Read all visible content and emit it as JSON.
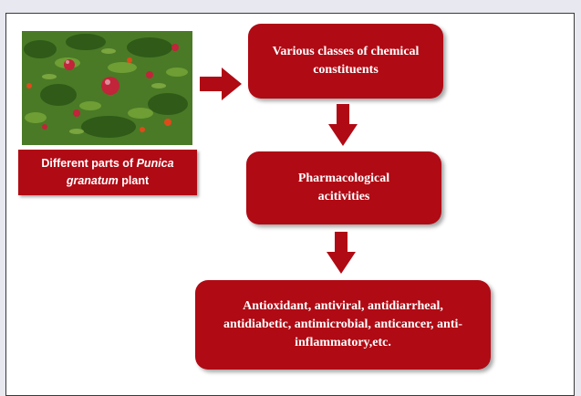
{
  "caption": {
    "line1": "Different parts of ",
    "italic1": "Punica",
    "italic2": "granatum",
    "line2_tail": " plant"
  },
  "boxes": {
    "constituents": "Various classes of chemical constituents",
    "pharmacological": "Pharmacological acitivities",
    "activities": "Antioxidant, antiviral, antidiarrheal, antidiabetic, antimicrobial, anticancer, anti-inflammatory,etc."
  },
  "colors": {
    "box_fill": "#b00a14",
    "arrow_fill": "#b00a14",
    "text": "#ffffff"
  }
}
